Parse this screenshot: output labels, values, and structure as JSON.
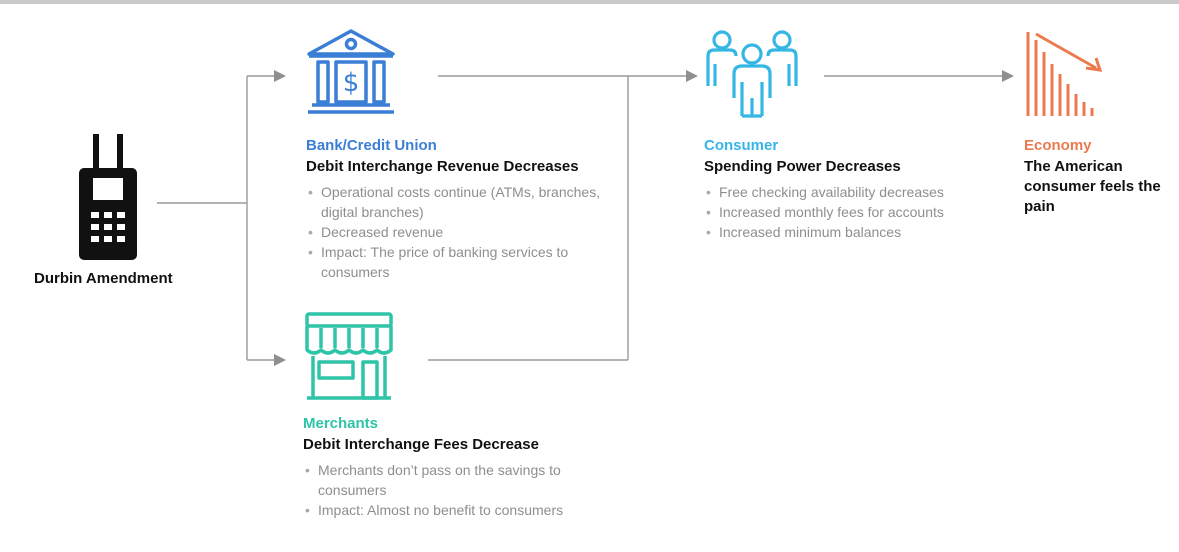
{
  "durbin": {
    "label": "Durbin Amendment"
  },
  "bank": {
    "title": "Bank/Credit Union",
    "subtitle": "Debit Interchange Revenue Decreases",
    "bullets": [
      "Operational costs continue (ATMs, branches, digital branches)",
      "Decreased revenue",
      "Impact: The price of banking services to consumers"
    ],
    "color": "#3a7fd5"
  },
  "merchants": {
    "title": "Merchants",
    "subtitle": "Debit Interchange Fees Decrease",
    "bullets": [
      "Merchants don’t pass on the savings to consumers",
      "Impact: Almost no benefit to consumers"
    ],
    "color": "#2ec4a8"
  },
  "consumer": {
    "title": "Consumer",
    "subtitle": "Spending Power Decreases",
    "bullets": [
      "Free checking availability decreases",
      "Increased monthly fees for accounts",
      "Increased minimum balances"
    ],
    "color": "#35b6e4"
  },
  "economy": {
    "title": "Economy",
    "subtitle": "The American consumer feels the pain",
    "color": "#ec7a4f"
  },
  "icons": {
    "pos": "card-terminal-icon",
    "bank": "bank-building-icon",
    "store": "storefront-icon",
    "people": "people-group-icon",
    "chart": "declining-bar-chart-icon"
  },
  "connector_color": "#9a9a9a"
}
